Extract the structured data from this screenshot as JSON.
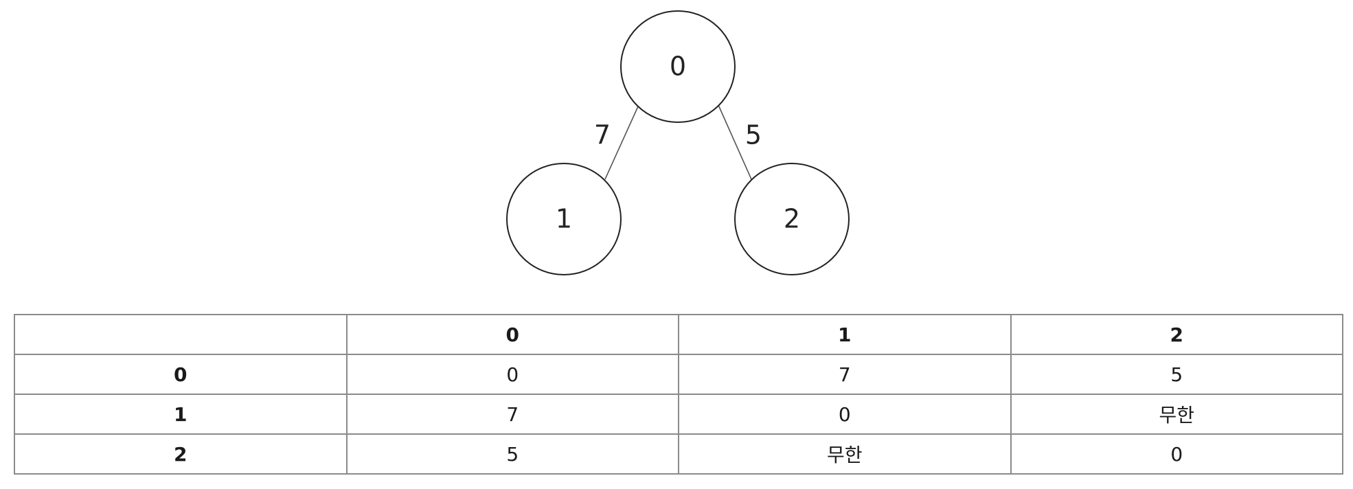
{
  "graph": {
    "nodes": [
      {
        "id": "0",
        "label": "0"
      },
      {
        "id": "1",
        "label": "1"
      },
      {
        "id": "2",
        "label": "2"
      }
    ],
    "edges": [
      {
        "from": "0",
        "to": "1",
        "weight": "7"
      },
      {
        "from": "0",
        "to": "2",
        "weight": "5"
      }
    ]
  },
  "matrix": {
    "corner": "",
    "col_headers": [
      "0",
      "1",
      "2"
    ],
    "rows": [
      {
        "header": "0",
        "cells": [
          "0",
          "7",
          "5"
        ]
      },
      {
        "header": "1",
        "cells": [
          "7",
          "0",
          "무한"
        ]
      },
      {
        "header": "2",
        "cells": [
          "5",
          "무한",
          "0"
        ]
      }
    ]
  }
}
